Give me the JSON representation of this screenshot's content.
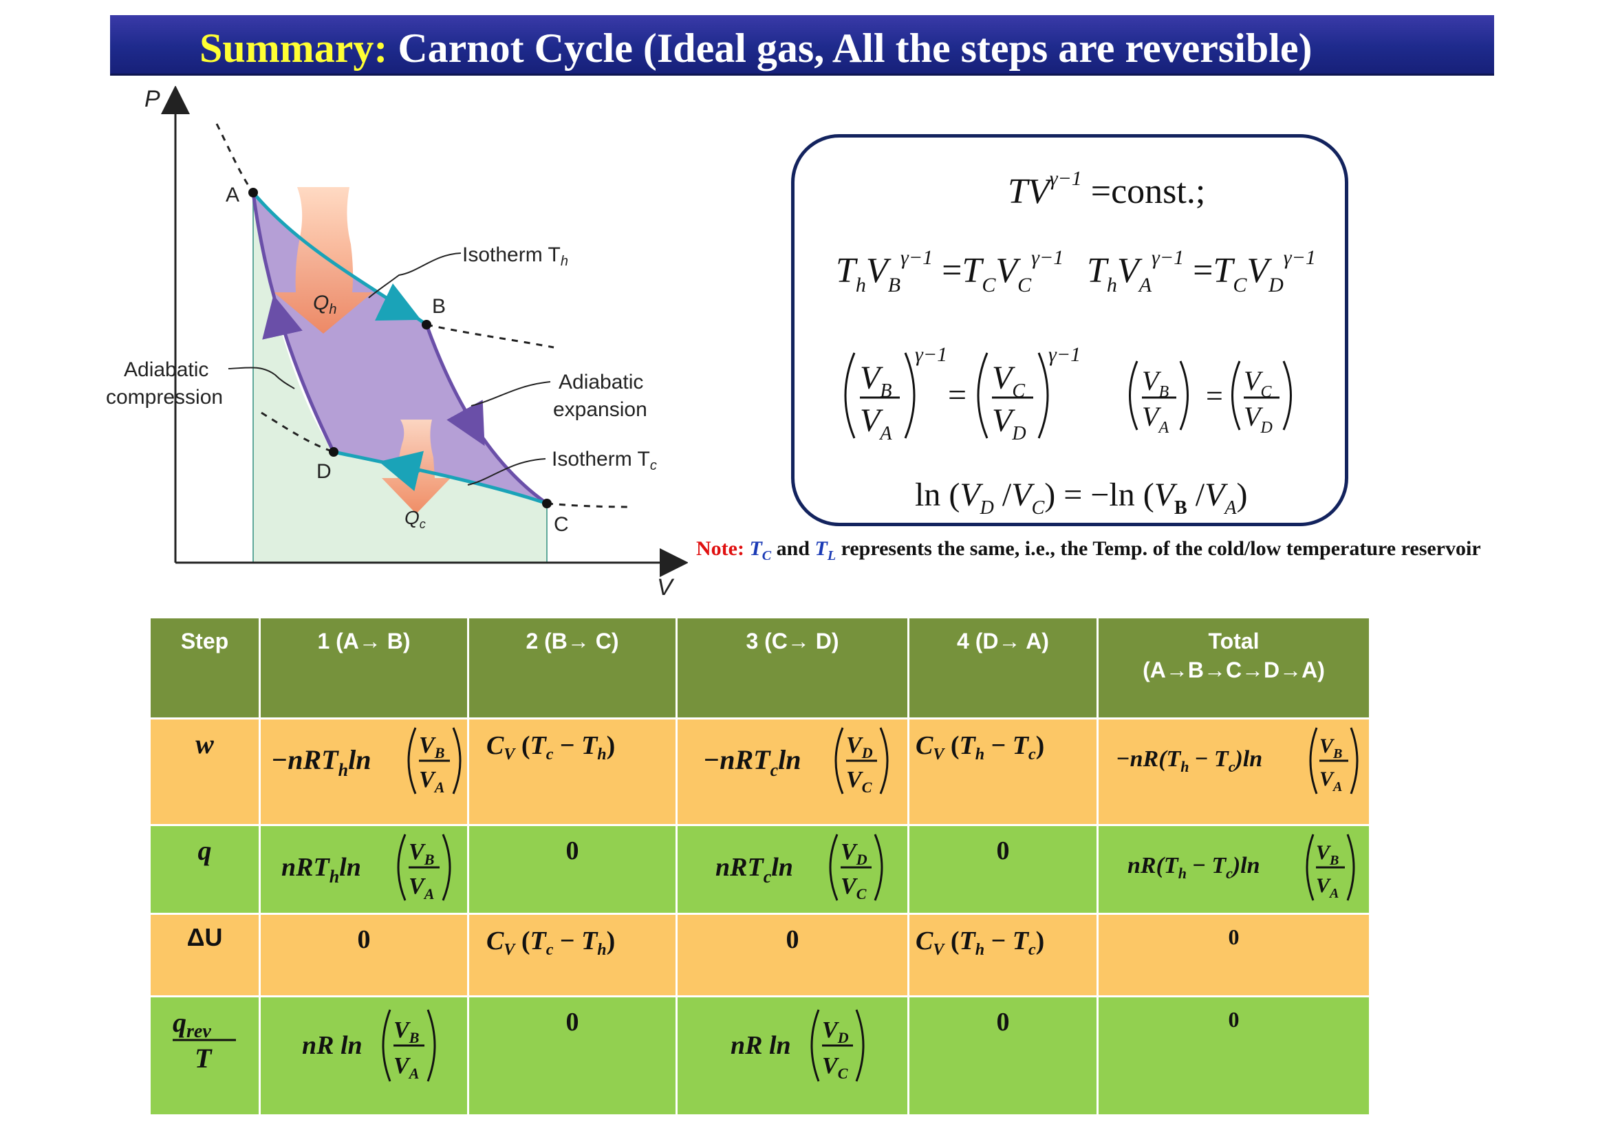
{
  "title": {
    "prefix": "Summary:",
    "main": "Carnot Cycle (Ideal gas, All the steps are reversible)"
  },
  "pv_diagram": {
    "axis_p": "P",
    "axis_v": "V",
    "points": [
      "A",
      "B",
      "C",
      "D"
    ],
    "labels": {
      "isotherm_h": "Isotherm T",
      "isotherm_h_sub": "h",
      "isotherm_c": "Isotherm T",
      "isotherm_c_sub": "c",
      "adiabatic_compression_1": "Adiabatic",
      "adiabatic_compression_2": "compression",
      "adiabatic_expansion_1": "Adiabatic",
      "adiabatic_expansion_2": "expansion",
      "qh": "Q",
      "qh_sub": "h",
      "qc": "Q",
      "qc_sub": "c"
    }
  },
  "formulas": {
    "line1": "TV^(γ−1) = const.;",
    "line2a": "T_h V_B^(γ−1) = T_C V_C^(γ−1)",
    "line2b": "T_h V_A^(γ−1) = T_C V_D^(γ−1)",
    "line3a": "(V_B/V_A)^(γ−1) = (V_C/V_D)^(γ−1)",
    "line3b": "(V_B/V_A) = (V_C/V_D)",
    "line4": "ln (V_D /V_C) = −ln (V_B /V_A)"
  },
  "note": {
    "label": "Note:",
    "tc": "T",
    "tc_sub": "C",
    "and": "and",
    "tl": "T",
    "tl_sub": "L",
    "rest": "represents the same, i.e., the Temp. of the  cold/low temperature reservoir"
  },
  "table": {
    "headers": [
      "Step",
      "1  (A→ B)",
      "2  (B→ C)",
      "3 (C→ D)",
      "4  (D→ A)",
      "Total",
      "(A→B→C→D→A)"
    ],
    "rows": [
      {
        "label": "w",
        "cells": [
          "−nRT_h ln(V_B/V_A)",
          "C_V (T_c − T_h)",
          "−nRT_c ln(V_D/V_C)",
          "C_V (T_h − T_c)",
          "−nR(T_h − T_c) ln(V_B/V_A)"
        ]
      },
      {
        "label": "q",
        "cells": [
          "nRT_h ln(V_B/V_A)",
          "0",
          "nRT_c ln(V_D/V_C)",
          "0",
          "nR(T_h − T_c) ln(V_B/V_A)"
        ]
      },
      {
        "label": "ΔU",
        "cells": [
          "0",
          "C_V (T_c − T_h)",
          "0",
          "C_V (T_h − T_c)",
          "0"
        ]
      },
      {
        "label": "q_rev / T",
        "cells": [
          "nR ln(V_B/V_A)",
          "0",
          "nR ln(V_D/V_C)",
          "0",
          "0"
        ]
      }
    ]
  }
}
